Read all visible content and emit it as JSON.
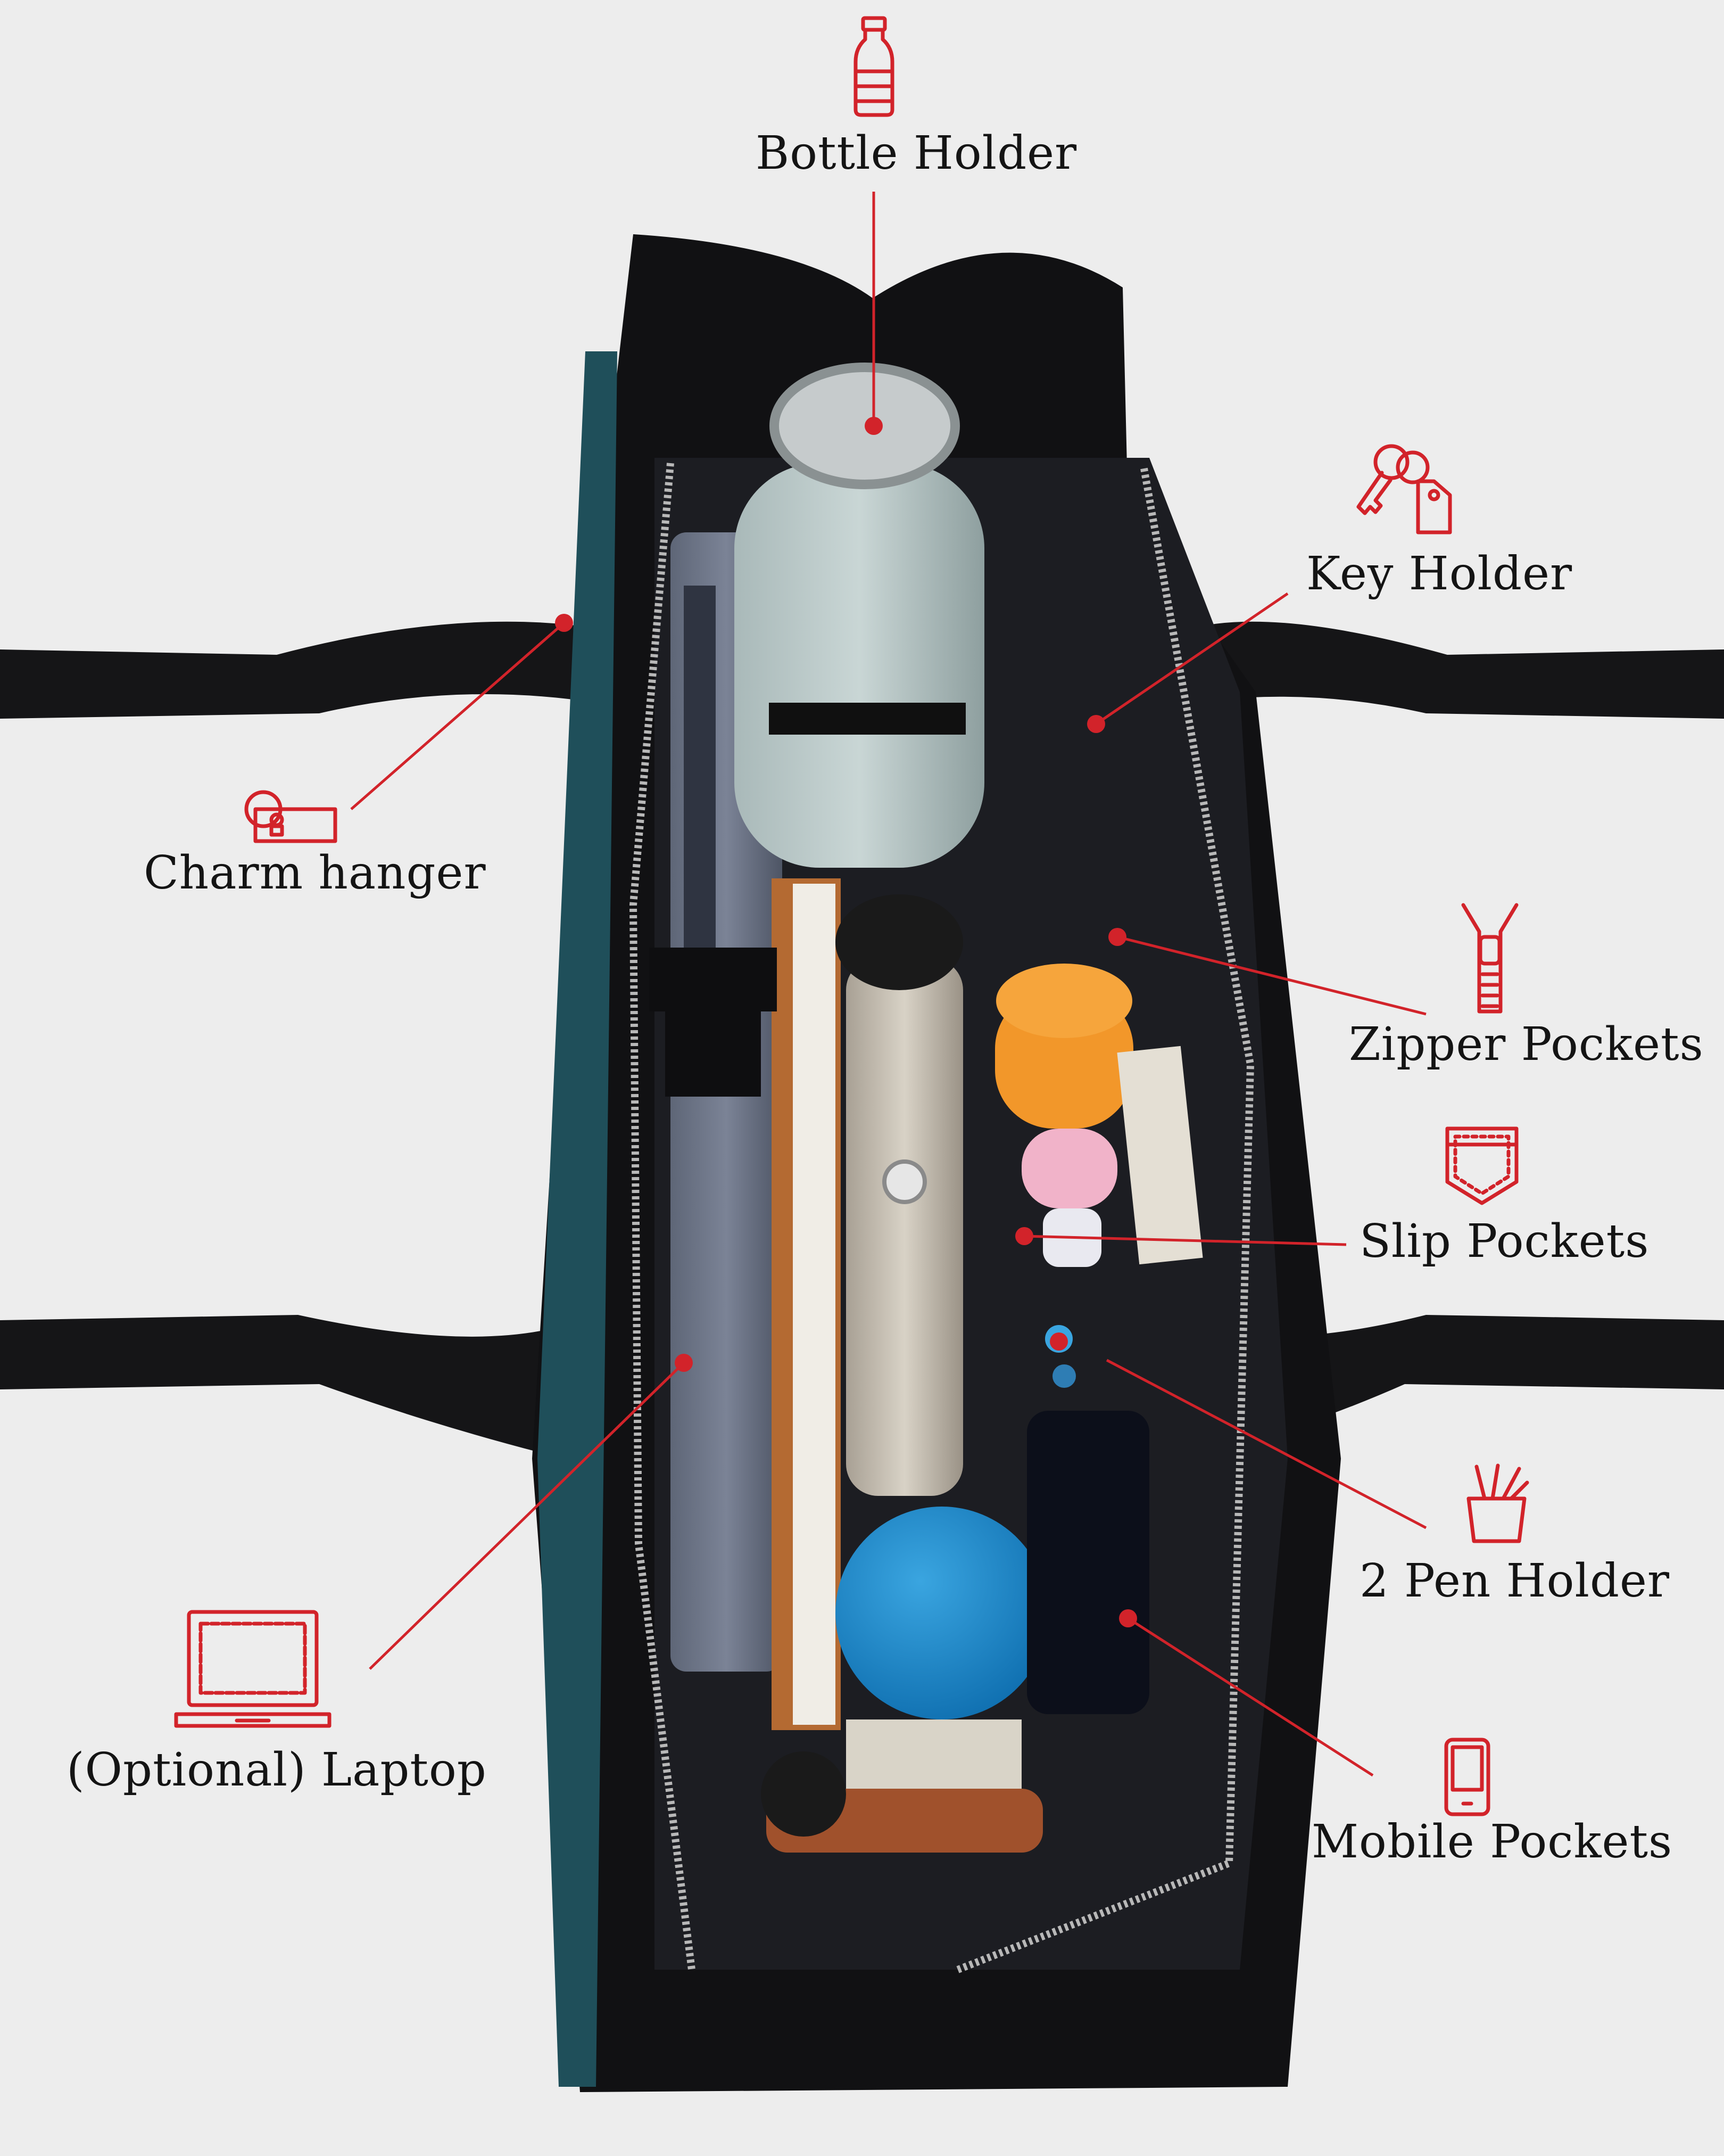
{
  "accent_color": "#d2232a",
  "callouts": {
    "bottle_holder": {
      "label": "Bottle Holder",
      "icon": "water-bottle-icon"
    },
    "charm_hanger": {
      "label": "Charm hanger",
      "icon": "tag-charm-icon"
    },
    "key_holder": {
      "label": "Key Holder",
      "icon": "keys-icon"
    },
    "zipper_pockets": {
      "label": "Zipper Pockets",
      "icon": "zipper-icon"
    },
    "slip_pockets": {
      "label": "Slip Pockets",
      "icon": "jeans-pocket-icon"
    },
    "pen_holder": {
      "label": "2 Pen Holder",
      "icon": "pen-cup-icon"
    },
    "laptop": {
      "label": "(Optional) Laptop",
      "icon": "laptop-icon"
    },
    "mobile_pockets": {
      "label": "Mobile Pockets",
      "icon": "mobile-phone-icon"
    }
  }
}
